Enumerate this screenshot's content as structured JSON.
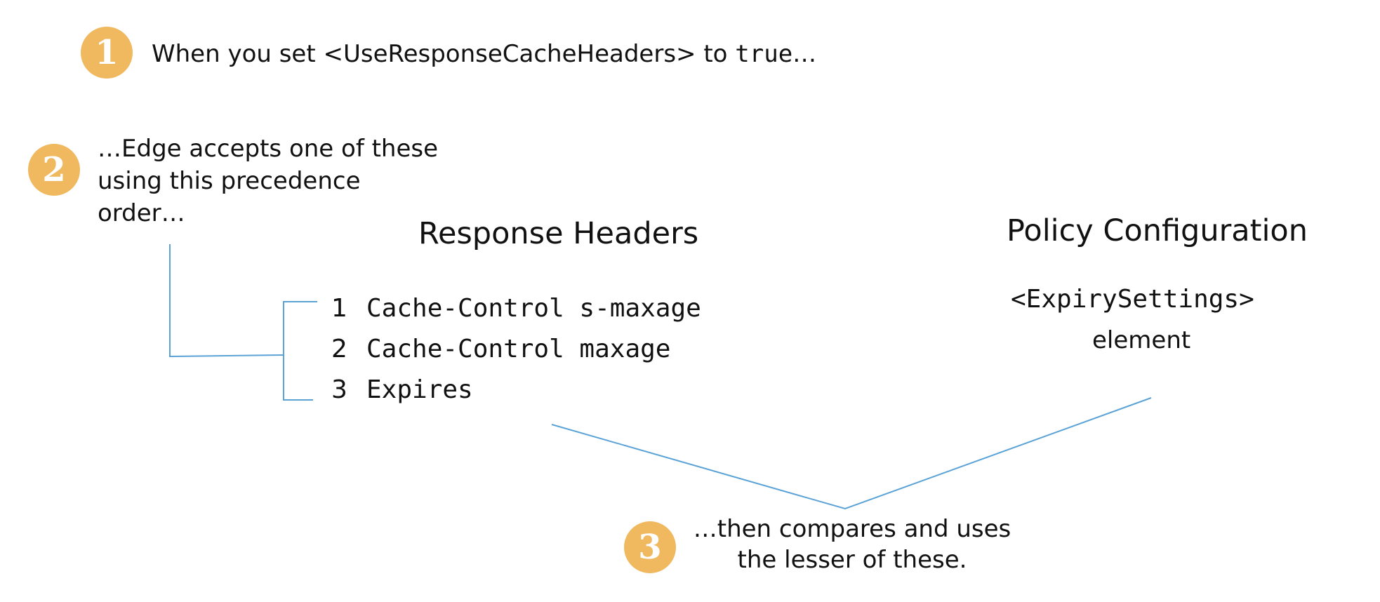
{
  "steps": [
    {
      "badge": "1",
      "text_before": "When you set <UseResponseCacheHeaders> to ",
      "text_code": "true",
      "text_after": "…"
    },
    {
      "badge": "2",
      "lines": [
        "…Edge accepts one of these",
        "using this precedence",
        "order…"
      ]
    },
    {
      "badge": "3",
      "lines": [
        "…then compares and uses",
        "the lesser of these."
      ]
    }
  ],
  "response_headers": {
    "title": "Response Headers",
    "items": [
      {
        "num": "1",
        "label": "Cache-Control s-maxage"
      },
      {
        "num": "2",
        "label": "Cache-Control maxage"
      },
      {
        "num": "3",
        "label": "Expires"
      }
    ]
  },
  "policy_configuration": {
    "title": "Policy Configuration",
    "element_code": "<ExpirySettings>",
    "element_word": "element"
  },
  "colors": {
    "badge": "#f0b960",
    "connector": "#5ba3d6",
    "text": "#111111"
  }
}
